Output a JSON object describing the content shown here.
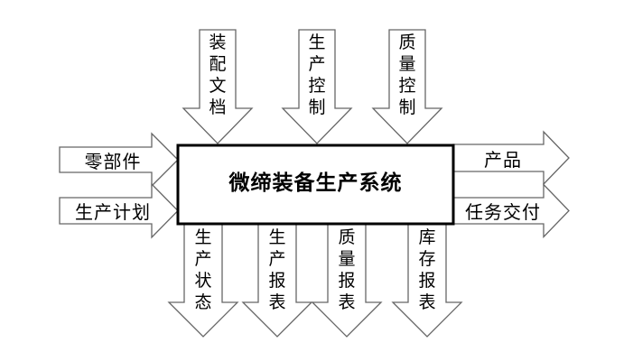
{
  "diagram": {
    "center_box": {
      "label": "微缔装备生产系统"
    },
    "top_inputs": [
      {
        "label": "装配文档"
      },
      {
        "label": "生产控制"
      },
      {
        "label": "质量控制"
      }
    ],
    "left_inputs": [
      {
        "label": "零部件"
      },
      {
        "label": "生产计划"
      }
    ],
    "right_outputs": [
      {
        "label": "产品"
      },
      {
        "label": "任务交付"
      }
    ],
    "bottom_outputs": [
      {
        "label": "生产状态"
      },
      {
        "label": "生产报表"
      },
      {
        "label": "质量报表"
      },
      {
        "label": "库存报表"
      }
    ],
    "colors": {
      "arrow_outline": "#666666",
      "arrow_fill": "#ffffff",
      "box_border": "#000000",
      "box_fill": "#ffffff",
      "background": "#ffffff",
      "text": "#000000"
    }
  }
}
